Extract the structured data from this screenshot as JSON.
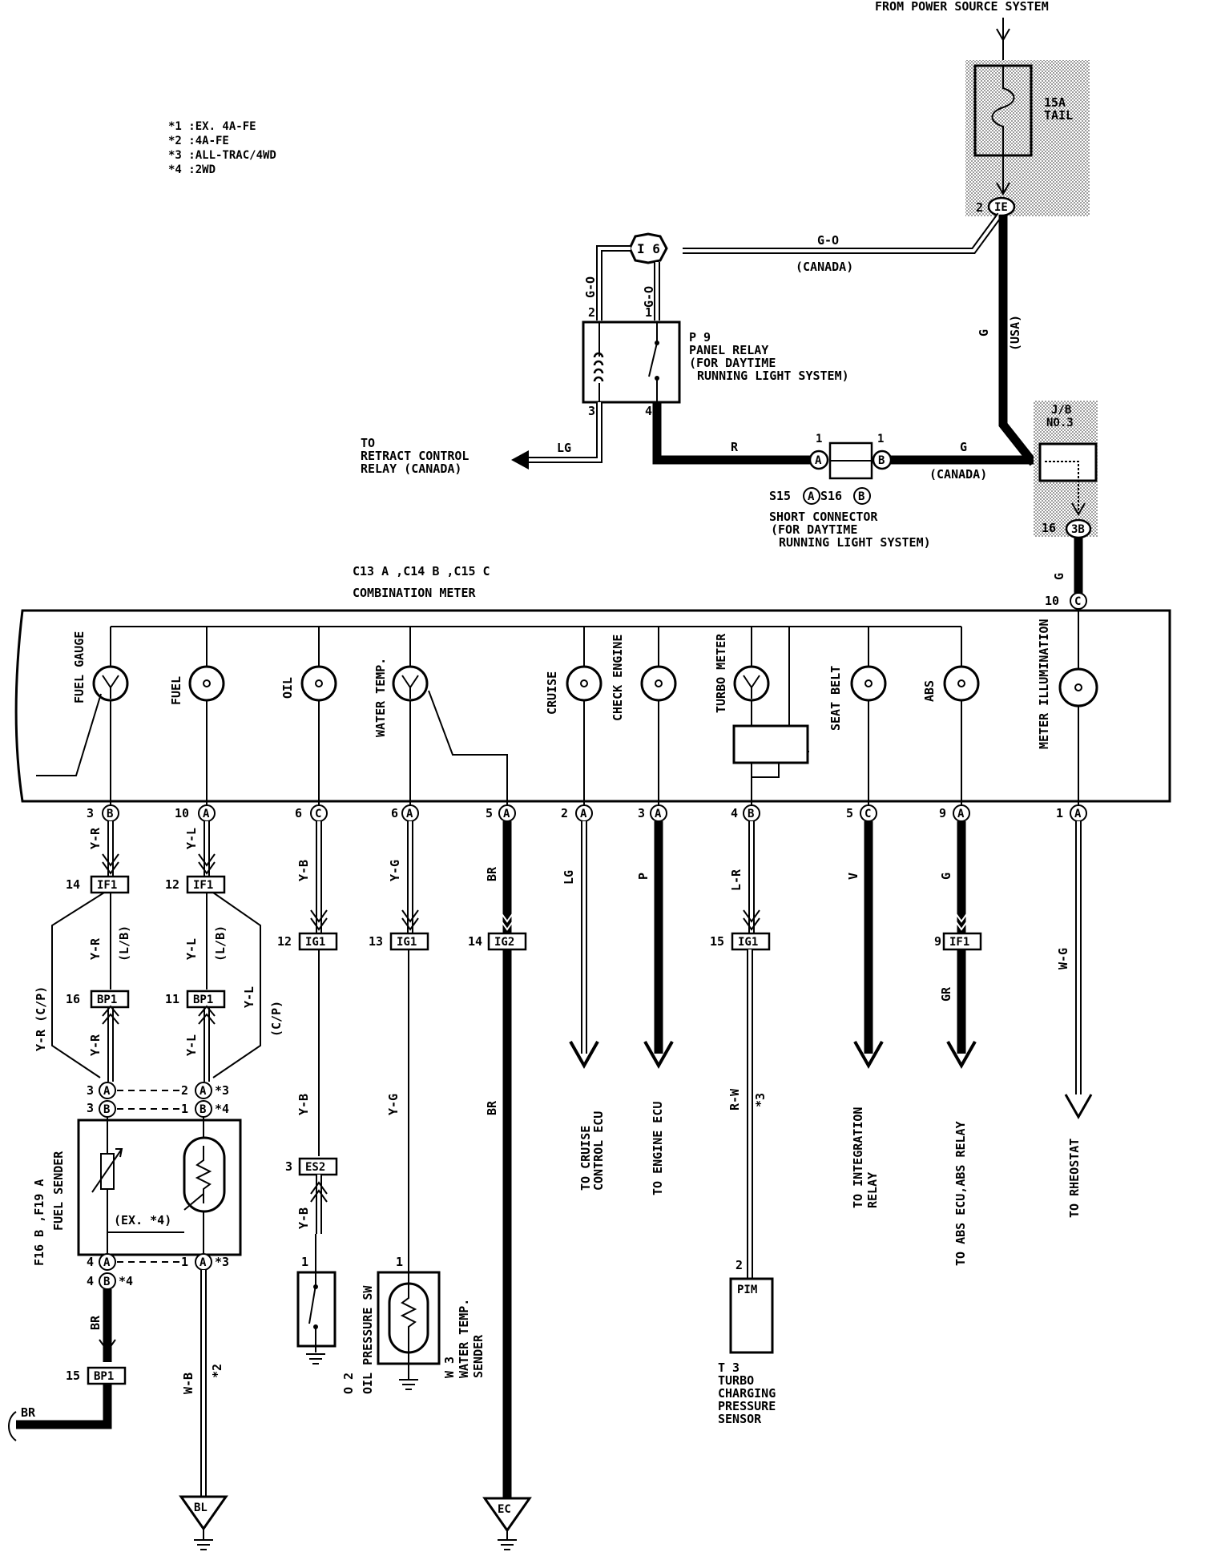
{
  "header": {
    "power_source": "FROM POWER SOURCE SYSTEM"
  },
  "legend": [
    "*1 :EX. 4A-FE",
    "*2 :4A-FE",
    "*3 :ALL-TRAC/4WD",
    "*4 :2WD"
  ],
  "fuse": {
    "label1": "15A",
    "label2": "TAIL"
  },
  "components": {
    "i6": "I 6",
    "p9_code": "P 9",
    "p9_name": "PANEL RELAY",
    "p9_sub1": "(FOR DAYTIME",
    "p9_sub2": "RUNNING LIGHT SYSTEM)",
    "retract_1": "TO",
    "retract_2": "RETRACT CONTROL",
    "retract_3": "RELAY (CANADA)",
    "s15_code": "S15",
    "s16_code": "S16",
    "short_conn": "SHORT CONNECTOR",
    "short_sub1": "(FOR DAYTIME",
    "short_sub2": "RUNNING LIGHT SYSTEM)",
    "jb_1": "J/B",
    "jb_2": "NO.3",
    "meter_codes": "C13 A ,C14 B ,C15 C",
    "meter_name": "COMBINATION METER",
    "fuel_sender_code": "F16 B ,F19 A",
    "fuel_sender_name": "FUEL SENDER",
    "ex4": "(EX. *4)",
    "oil_code": "O 2",
    "oil_name": "OIL PRESSURE SW",
    "water_code": "W 3",
    "water_name1": "WATER TEMP.",
    "water_name2": "SENDER",
    "turbo_pim": "PIM",
    "turbo_code": "T 3",
    "turbo_name1": "TURBO",
    "turbo_name2": "CHARGING",
    "turbo_name3": "PRESSURE",
    "turbo_name4": "SENSOR",
    "ground_bl": "BL",
    "ground_ec": "EC"
  },
  "gauges": {
    "fuel_gauge": "FUEL GAUGE",
    "fuel": "FUEL",
    "oil": "OIL",
    "water_temp": "WATER TEMP.",
    "cruise": "CRUISE",
    "check_engine": "CHECK ENGINE",
    "turbo_meter": "TURBO METER",
    "seat_belt": "SEAT BELT",
    "abs": "ABS",
    "meter_illum": "METER ILLUMINATION"
  },
  "wires": {
    "go": "G-O",
    "canada": "(CANADA)",
    "g": "G",
    "usa": "(USA)",
    "lg": "LG",
    "r": "R",
    "yr": "Y-R",
    "yl": "Y-L",
    "lb": "(L/B)",
    "cp": "(C/P)",
    "yb": "Y-B",
    "yg": "Y-G",
    "br": "BR",
    "p": "P",
    "lr": "L-R",
    "v": "V",
    "gr": "GR",
    "wg": "W-G",
    "wb": "W-B",
    "rw": "R-W",
    "star2": "*2",
    "star3": "*3",
    "star4": "*4"
  },
  "destinations": {
    "cruise": [
      "TO CRUISE",
      "CONTROL ECU"
    ],
    "engine": [
      "TO ENGINE ECU"
    ],
    "integration": [
      "TO INTEGRATION",
      "RELAY"
    ],
    "abs": [
      "TO ABS ECU,ABS RELAY"
    ],
    "rheostat": [
      "TO RHEOSTAT"
    ]
  },
  "connectors": {
    "ie": "IE",
    "3b": "3B",
    "if1": "IF1",
    "bp1": "BP1",
    "ig1": "IG1",
    "ig2": "IG2",
    "es2": "ES2",
    "a": "A",
    "b": "B",
    "c": "C"
  },
  "pins": {
    "p2": "2",
    "p1": "1",
    "p3": "3",
    "p4": "4",
    "p5": "5",
    "p6": "6",
    "p9": "9",
    "p10": "10",
    "p11": "11",
    "p12": "12",
    "p13": "13",
    "p14": "14",
    "p15": "15",
    "p16": "16"
  }
}
